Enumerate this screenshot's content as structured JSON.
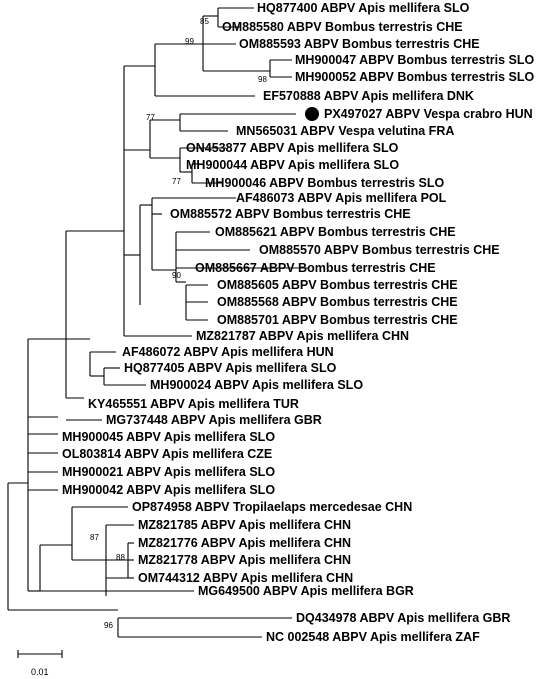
{
  "taxa": [
    "HQ877400 ABPV Apis mellifera SLO",
    "OM885580 ABPV Bombus terrestris CHE",
    "OM885593 ABPV Bombus terrestris CHE",
    "MH900047 ABPV Bombus terrestris SLO",
    "MH900052 ABPV Bombus terrestris SLO",
    "EF570888 ABPV Apis mellifera DNK",
    "PX497027 ABPV Vespa crabro HUN",
    "MN565031 ABPV Vespa velutina FRA",
    "ON453877 ABPV Apis mellifera SLO",
    "MH900044 ABPV Apis mellifera SLO",
    "MH900046 ABPV Bombus terrestris SLO",
    "AF486073 ABPV Apis mellifera POL",
    "OM885572 ABPV Bombus terrestris CHE",
    "OM885621 ABPV Bombus terrestris CHE",
    "OM885570 ABPV Bombus terrestris CHE",
    "OM885667 ABPV Bombus terrestris CHE",
    "OM885605 ABPV Bombus terrestris CHE",
    "OM885568 ABPV Bombus terrestris CHE",
    "OM885701 ABPV Bombus terrestris CHE",
    "MZ821787 ABPV Apis mellifera CHN",
    "AF486072 ABPV Apis mellifera HUN",
    "HQ877405 ABPV Apis mellifera SLO",
    "MH900024 ABPV Apis mellifera SLO",
    "KY465551 ABPV Apis mellifera TUR",
    "MG737448 ABPV Apis mellifera GBR",
    "MH900045 ABPV Apis mellifera SLO",
    "OL803814 ABPV Apis mellifera CZE",
    "MH900021 ABPV Apis mellifera SLO",
    "MH900042 ABPV Apis mellifera SLO",
    "OP874958 ABPV Tropilaelaps mercedesae CHN",
    "MZ821785 ABPV Apis mellifera CHN",
    "MZ821776 ABPV Apis mellifera CHN",
    "MZ821778 ABPV Apis mellifera CHN",
    "OM744312 ABPV Apis mellifera CHN",
    "MG649500 ABPV Apis mellifera BGR",
    "DQ434978 ABPV Apis mellifera GBR",
    "NC 002548 ABPV Apis mellifera ZAF"
  ],
  "bootstrap": {
    "b85": "85",
    "b99": "99",
    "b98": "98",
    "b77a": "77",
    "b77b": "77",
    "b90": "90",
    "b87": "87",
    "b88": "88",
    "b96": "96"
  },
  "highlighted_taxon": "PX497027 ABPV Vespa crabro HUN",
  "marker_color": "#000000",
  "scale_bar": {
    "value": "0.01"
  }
}
